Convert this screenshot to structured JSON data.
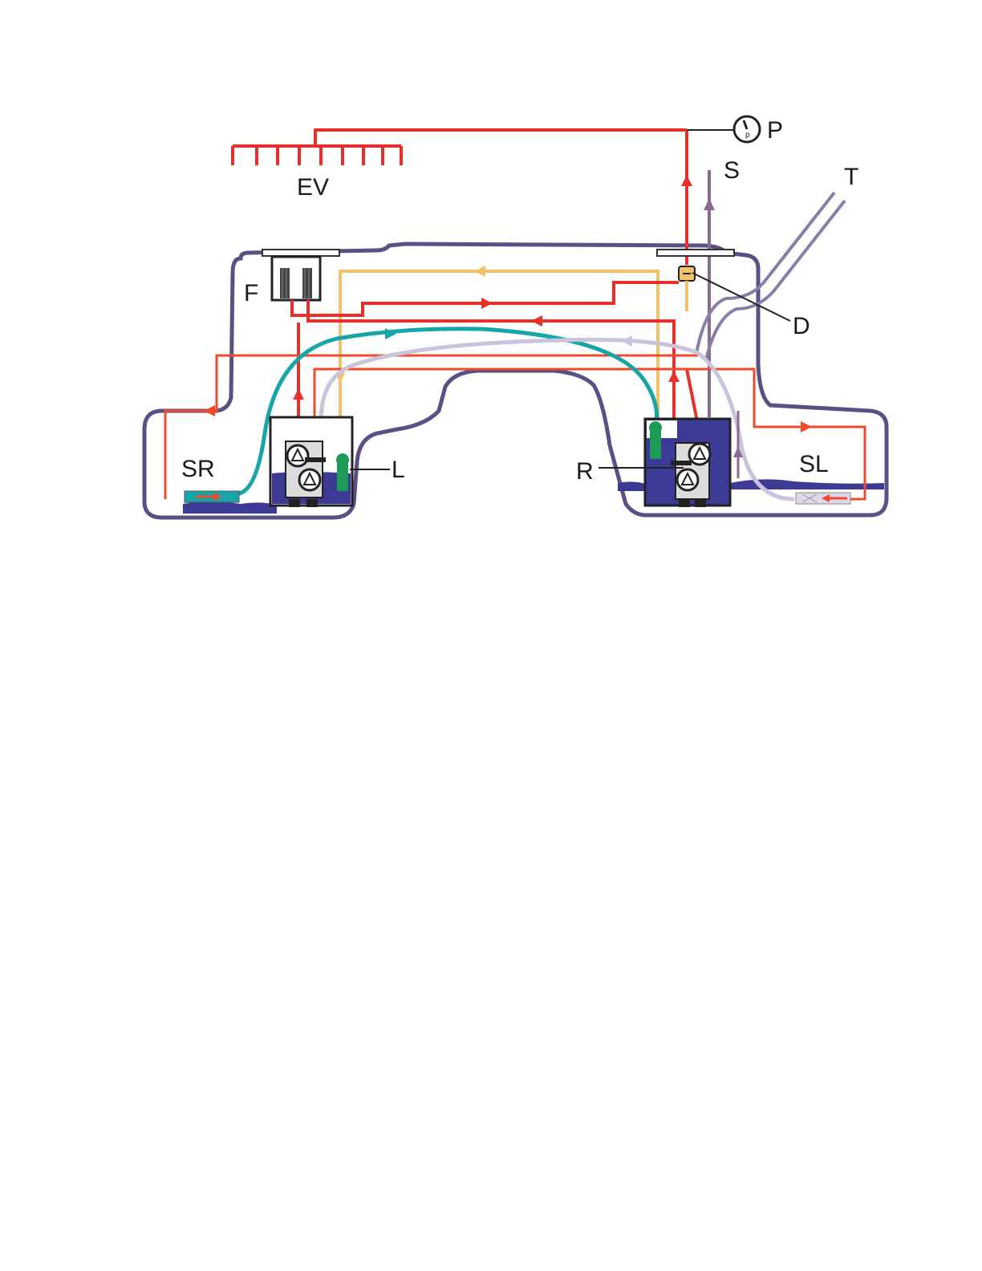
{
  "labels": {
    "ev": "EV",
    "p": "P",
    "s": "S",
    "t": "T",
    "f": "F",
    "d": "D",
    "sr": "SR",
    "l": "L",
    "r": "R",
    "sl": "SL"
  },
  "colors": {
    "red_line": "#e8302a",
    "orange_red_line": "#ef4a2a",
    "yellow_line": "#f2c26a",
    "teal_line": "#17a5a8",
    "light_purple_line": "#c9c3dd",
    "purple_line": "#8a6a8e",
    "outline": "#5b4f86",
    "fuel": "#3b3b96",
    "pump_green": "#1c9a56"
  },
  "icons": {
    "pressure_gauge": "pressure-gauge-icon",
    "fuel_pump": "fuel-pump-icon",
    "level_sender": "level-sender-icon",
    "jet_pump": "jet-pump-icon",
    "fuel_filter": "fuel-filter-icon",
    "pressure_regulator": "pressure-regulator-icon"
  }
}
